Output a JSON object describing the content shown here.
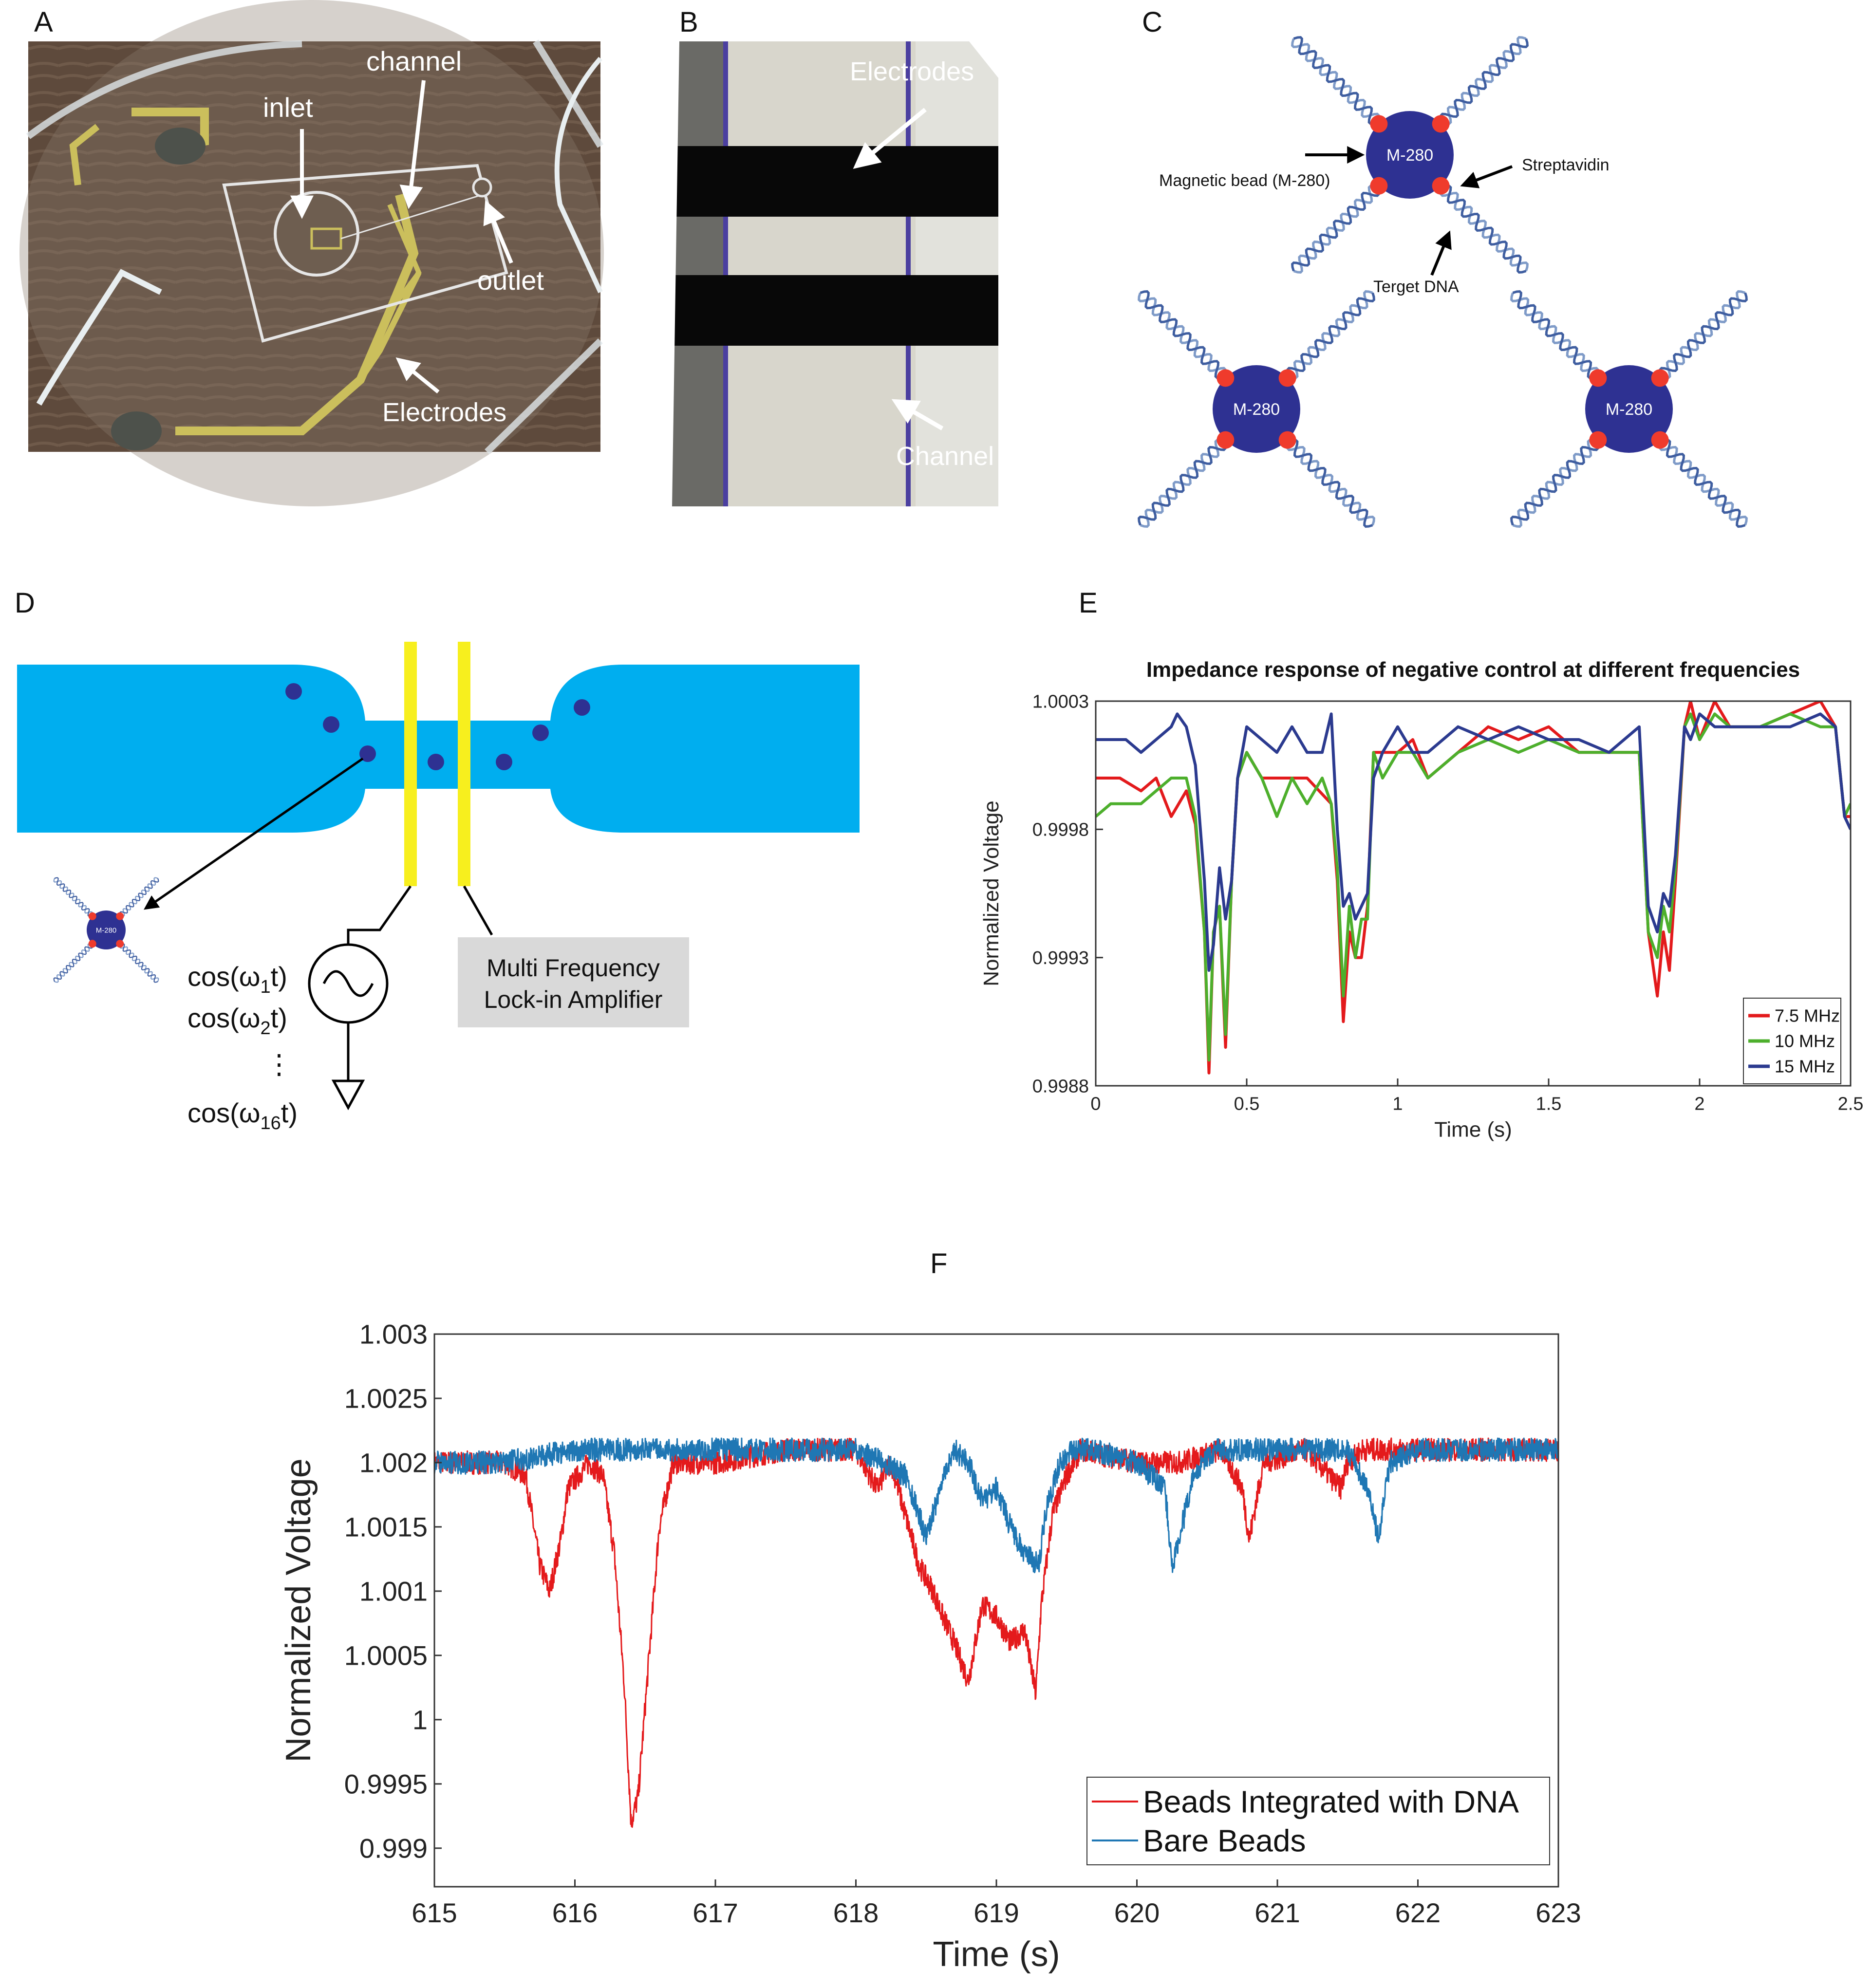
{
  "panels": {
    "A": {
      "letter": "A",
      "labels": {
        "inlet": "inlet",
        "channel": "channel",
        "outlet": "outlet",
        "electrodes": "Electrodes"
      }
    },
    "B": {
      "letter": "B",
      "labels": {
        "electrodes": "Electrodes",
        "channel": "Channel"
      }
    },
    "C": {
      "letter": "C",
      "bead_label": "M-280",
      "labels": {
        "magnetic_bead": "Magnetic bead (M-280)",
        "streptavidin": "Streptavidin",
        "target_dna": "Terget DNA"
      }
    },
    "D": {
      "letter": "D",
      "bead_label": "M-280",
      "signals": [
        "cos(ω",
        "1",
        "t)",
        "cos(ω",
        "2",
        "t)",
        "cos(ω",
        "16",
        "t)"
      ],
      "signal_lines": [
        {
          "pre": "cos(ω",
          "sub": "1",
          "post": "t)"
        },
        {
          "pre": "cos(ω",
          "sub": "2",
          "post": "t)"
        },
        {
          "pre": "cos(ω",
          "sub": "16",
          "post": "t)"
        }
      ],
      "ellipsis": "⋮",
      "amplifier_lines": [
        "Multi Frequency",
        "Lock-in Amplifier"
      ],
      "colors": {
        "channel": "#00aeef",
        "electrode": "#f7ef1e",
        "bead": "#2e3192",
        "box": "#d9d9d9"
      }
    }
  },
  "chart_data": [
    {
      "panel": "E",
      "type": "line",
      "title": "Impedance response of negative control at different frequencies",
      "xlabel": "Time (s)",
      "ylabel": "Normalized Voltage",
      "xlim": [
        0,
        2.5
      ],
      "ylim": [
        0.9988,
        1.0003
      ],
      "xticks": [
        0,
        0.5,
        1,
        1.5,
        2,
        2.5
      ],
      "xtick_labels": [
        "0",
        "0.5",
        "1",
        "1.5",
        "2",
        "2.5"
      ],
      "yticks": [
        0.9988,
        0.9993,
        0.9998,
        1.0003
      ],
      "ytick_labels": [
        "0.9988",
        "0.9993",
        "0.9998",
        "1.0003"
      ],
      "legend_position": "bottom-right",
      "series": [
        {
          "name": "7.5 MHz",
          "color": "#e31a1c",
          "x": [
            0,
            0.08,
            0.15,
            0.2,
            0.25,
            0.3,
            0.33,
            0.36,
            0.375,
            0.39,
            0.41,
            0.43,
            0.45,
            0.47,
            0.5,
            0.55,
            0.6,
            0.7,
            0.78,
            0.8,
            0.82,
            0.84,
            0.86,
            0.88,
            0.9,
            0.92,
            0.95,
            1.0,
            1.05,
            1.1,
            1.2,
            1.3,
            1.4,
            1.5,
            1.6,
            1.7,
            1.8,
            1.83,
            1.86,
            1.88,
            1.9,
            1.92,
            1.95,
            1.97,
            2.0,
            2.05,
            2.1,
            2.2,
            2.3,
            2.4,
            2.45,
            2.48,
            2.5
          ],
          "y": [
            1.0,
            1.0,
            0.99995,
            1.0,
            0.99985,
            0.99995,
            0.99982,
            0.9994,
            0.99885,
            0.9994,
            0.9995,
            0.99895,
            0.9996,
            1.0,
            1.0001,
            1.0,
            1.0,
            1.0,
            0.9999,
            0.9996,
            0.99905,
            0.9994,
            0.9993,
            0.9993,
            0.9995,
            1.0001,
            1.0001,
            1.0001,
            1.00015,
            1.0,
            1.0001,
            1.0002,
            1.00015,
            1.0002,
            1.0001,
            1.0001,
            1.0001,
            0.9994,
            0.99915,
            0.9994,
            0.99925,
            0.9996,
            1.0002,
            1.0003,
            1.00015,
            1.0003,
            1.0002,
            1.0002,
            1.00025,
            1.0003,
            1.0002,
            0.99985,
            0.99985
          ]
        },
        {
          "name": "10 MHz",
          "color": "#4daf2c",
          "x": [
            0,
            0.05,
            0.1,
            0.15,
            0.2,
            0.25,
            0.3,
            0.33,
            0.36,
            0.375,
            0.39,
            0.41,
            0.43,
            0.45,
            0.47,
            0.5,
            0.55,
            0.6,
            0.65,
            0.7,
            0.75,
            0.78,
            0.8,
            0.82,
            0.84,
            0.86,
            0.88,
            0.9,
            0.92,
            0.95,
            1.0,
            1.05,
            1.1,
            1.2,
            1.3,
            1.4,
            1.5,
            1.6,
            1.7,
            1.8,
            1.83,
            1.86,
            1.88,
            1.9,
            1.92,
            1.95,
            1.97,
            2.0,
            2.05,
            2.1,
            2.2,
            2.3,
            2.4,
            2.45,
            2.48,
            2.5
          ],
          "y": [
            0.99985,
            0.9999,
            0.9999,
            0.9999,
            0.99995,
            1.0,
            1.0,
            0.99985,
            0.9994,
            0.9989,
            0.9994,
            0.9995,
            0.999,
            0.9996,
            1.0,
            1.0001,
            1.0,
            0.99985,
            1.0,
            0.9999,
            1.0,
            0.9999,
            0.99965,
            0.99915,
            0.9995,
            0.9993,
            0.99945,
            0.99945,
            1.0001,
            1.0,
            1.0001,
            1.0001,
            1.0,
            1.0001,
            1.00015,
            1.0001,
            1.00015,
            1.0001,
            1.0001,
            1.0001,
            0.9994,
            0.9993,
            0.9995,
            0.9994,
            0.99965,
            1.0002,
            1.00025,
            1.00015,
            1.00025,
            1.0002,
            1.0002,
            1.00025,
            1.0002,
            1.0002,
            0.99985,
            0.9999
          ]
        },
        {
          "name": "15 MHz",
          "color": "#2b3a8f",
          "x": [
            0,
            0.05,
            0.1,
            0.15,
            0.2,
            0.25,
            0.27,
            0.3,
            0.33,
            0.36,
            0.375,
            0.39,
            0.41,
            0.43,
            0.45,
            0.47,
            0.5,
            0.55,
            0.6,
            0.65,
            0.7,
            0.75,
            0.78,
            0.8,
            0.82,
            0.84,
            0.86,
            0.88,
            0.9,
            0.92,
            0.95,
            1.0,
            1.05,
            1.1,
            1.2,
            1.3,
            1.4,
            1.5,
            1.6,
            1.7,
            1.8,
            1.83,
            1.86,
            1.88,
            1.9,
            1.92,
            1.95,
            1.97,
            2.0,
            2.05,
            2.1,
            2.2,
            2.3,
            2.4,
            2.45,
            2.48,
            2.5
          ],
          "y": [
            1.00015,
            1.00015,
            1.00015,
            1.0001,
            1.00015,
            1.0002,
            1.00025,
            1.0002,
            1.00005,
            0.9996,
            0.99925,
            0.99935,
            0.99965,
            0.99945,
            0.9996,
            1.0,
            1.0002,
            1.00015,
            1.0001,
            1.0002,
            1.0001,
            1.0001,
            1.00025,
            0.9998,
            0.9995,
            0.99955,
            0.99945,
            0.9995,
            0.99955,
            1.0,
            1.0001,
            1.0002,
            1.0001,
            1.0001,
            1.0002,
            1.00015,
            1.0002,
            1.00015,
            1.00015,
            1.0001,
            1.0002,
            0.9995,
            0.9994,
            0.99955,
            0.9995,
            0.9997,
            1.0002,
            1.00015,
            1.00025,
            1.0002,
            1.0002,
            1.0002,
            1.0002,
            1.00025,
            1.0002,
            0.99985,
            0.9998
          ]
        }
      ]
    },
    {
      "panel": "F",
      "type": "line",
      "title": "",
      "xlabel": "Time (s)",
      "ylabel": "Normalized Voltage",
      "xlim": [
        615,
        623
      ],
      "ylim": [
        0.9987,
        1.003
      ],
      "xticks": [
        615,
        616,
        617,
        618,
        619,
        620,
        621,
        622,
        623
      ],
      "xtick_labels": [
        "615",
        "616",
        "617",
        "618",
        "619",
        "620",
        "621",
        "622",
        "623"
      ],
      "yticks": [
        0.999,
        0.9995,
        1,
        1.0005,
        1.001,
        1.0015,
        1.002,
        1.0025,
        1.003
      ],
      "ytick_labels": [
        "0.999",
        "0.9995",
        "1",
        "1.0005",
        "1.001",
        "1.0015",
        "1.002",
        "1.0025",
        "1.003"
      ],
      "legend_position": "bottom-right",
      "series": [
        {
          "name": "Beads Integrated with DNA",
          "color": "#e41a1c",
          "x": [
            615,
            615.5,
            615.65,
            615.75,
            615.82,
            615.9,
            615.95,
            616.1,
            616.2,
            616.28,
            616.35,
            616.4,
            616.45,
            616.5,
            616.55,
            616.6,
            616.7,
            617,
            617.5,
            618,
            618.15,
            618.25,
            618.35,
            618.45,
            618.55,
            618.62,
            618.7,
            618.8,
            618.9,
            619.0,
            619.1,
            619.2,
            619.28,
            619.32,
            619.4,
            619.5,
            619.6,
            620,
            620.3,
            620.6,
            620.75,
            620.8,
            620.9,
            621.2,
            621.45,
            621.5,
            621.6,
            622,
            622.5,
            623
          ],
          "y": [
            1.002,
            1.002,
            1.0019,
            1.0012,
            1.001,
            1.0014,
            1.0018,
            1.002,
            1.0019,
            1.0013,
            1.0003,
            0.9992,
            0.9994,
            1.0001,
            1.0008,
            1.0015,
            1.002,
            1.002,
            1.0021,
            1.0021,
            1.0018,
            1.002,
            1.0016,
            1.0012,
            1.001,
            1.0008,
            1.0006,
            1.0003,
            1.0009,
            1.0008,
            1.0006,
            1.0007,
            1.0002,
            1.0009,
            1.0016,
            1.0019,
            1.0021,
            1.002,
            1.002,
            1.0021,
            1.0018,
            1.0014,
            1.002,
            1.0021,
            1.0018,
            1.002,
            1.0021,
            1.0021,
            1.0021,
            1.0021
          ]
        },
        {
          "name": "Bare Beads",
          "color": "#1f77b4",
          "x": [
            615,
            615.5,
            616,
            616.5,
            617,
            617.5,
            618,
            618.2,
            618.35,
            618.45,
            618.5,
            618.6,
            618.7,
            618.8,
            618.9,
            619.0,
            619.1,
            619.2,
            619.3,
            619.35,
            619.45,
            619.55,
            619.7,
            620,
            620.2,
            620.25,
            620.32,
            620.4,
            620.55,
            621,
            621.5,
            621.65,
            621.72,
            621.8,
            622,
            622.5,
            623
          ],
          "y": [
            1.002,
            1.002,
            1.0021,
            1.0021,
            1.0021,
            1.0021,
            1.0021,
            1.002,
            1.0019,
            1.0016,
            1.0014,
            1.0018,
            1.0021,
            1.002,
            1.0017,
            1.0018,
            1.0015,
            1.0013,
            1.0012,
            1.0016,
            1.002,
            1.0021,
            1.0021,
            1.002,
            1.0018,
            1.0012,
            1.0015,
            1.0019,
            1.0021,
            1.0021,
            1.0021,
            1.0018,
            1.0014,
            1.002,
            1.0021,
            1.0021,
            1.0021
          ]
        }
      ]
    }
  ]
}
